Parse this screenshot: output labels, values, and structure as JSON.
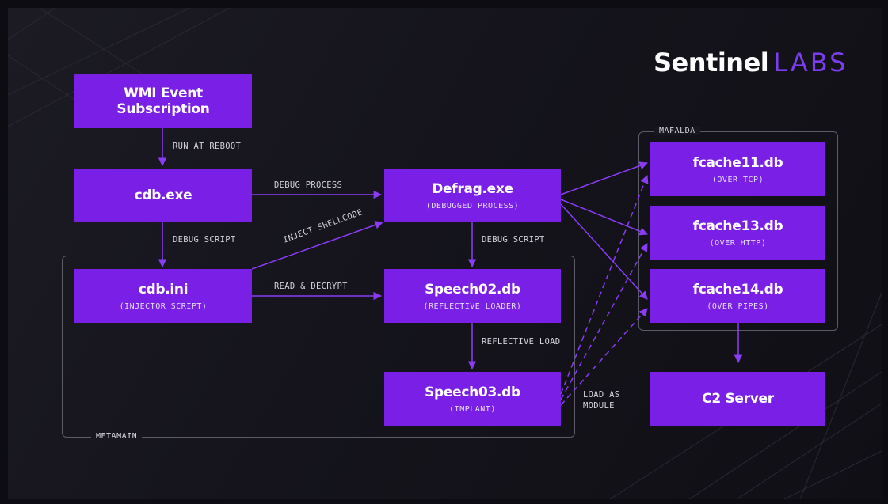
{
  "brand": {
    "name_bold": "Sentinel",
    "name_light": "LABS"
  },
  "groups": {
    "metamain": {
      "label": "METAMAIN"
    },
    "mafalda": {
      "label": "MAFALDA"
    }
  },
  "nodes": {
    "wmi": {
      "title": "WMI Event Subscription",
      "subtitle": ""
    },
    "cdb_exe": {
      "title": "cdb.exe",
      "subtitle": ""
    },
    "defrag": {
      "title": "Defrag.exe",
      "subtitle": "(DEBUGGED PROCESS)"
    },
    "cdb_ini": {
      "title": "cdb.ini",
      "subtitle": "(INJECTOR SCRIPT)"
    },
    "speech02": {
      "title": "Speech02.db",
      "subtitle": "(REFLECTIVE LOADER)"
    },
    "speech03": {
      "title": "Speech03.db",
      "subtitle": "(IMPLANT)"
    },
    "fcache11": {
      "title": "fcache11.db",
      "subtitle": "(OVER TCP)"
    },
    "fcache13": {
      "title": "fcache13.db",
      "subtitle": "(OVER HTTP)"
    },
    "fcache14": {
      "title": "fcache14.db",
      "subtitle": "(OVER PIPES)"
    },
    "c2": {
      "title": "C2 Server",
      "subtitle": ""
    }
  },
  "edges": {
    "run_at_reboot": "RUN AT REBOOT",
    "debug_process": "DEBUG PROCESS",
    "debug_script_left": "DEBUG SCRIPT",
    "inject_shellcode": "INJECT SHELLCODE",
    "debug_script_right": "DEBUG SCRIPT",
    "read_decrypt": "READ & DECRYPT",
    "reflective_load": "REFLECTIVE LOAD",
    "load_as_module_1": "LOAD AS",
    "load_as_module_2": "MODULE"
  },
  "colors": {
    "node": "#7a1fe6",
    "arrow": "#8a3cf5",
    "group_border": "#5d5a68",
    "background": "#16151c"
  }
}
